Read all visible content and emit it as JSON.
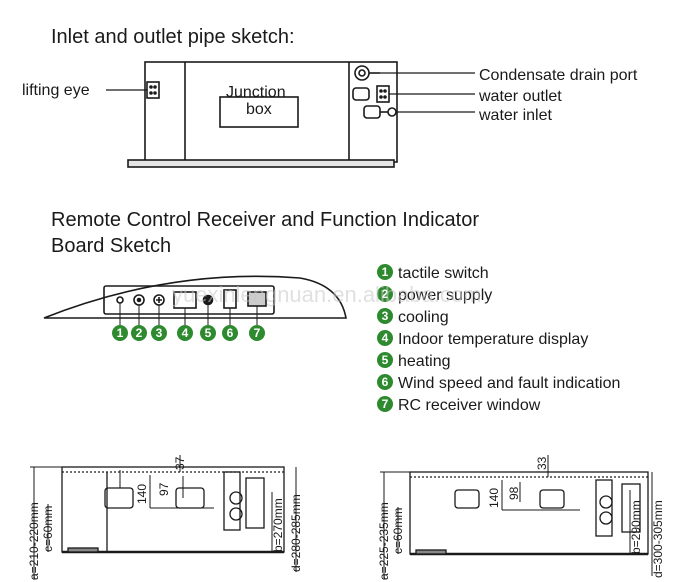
{
  "section1": {
    "title": "Inlet and outlet pipe sketch:",
    "lifting_eye": "lifting eye",
    "junction_box_line1": "Junction",
    "junction_box_line2": "box",
    "condensate_drain_port": "Condensate drain port",
    "water_outlet": "water outlet",
    "water_inlet": "water inlet"
  },
  "section2": {
    "title_line1": "Remote Control Receiver and Function Indicator",
    "title_line2": "Board Sketch",
    "items": [
      {
        "num": "1",
        "label": "tactile switch"
      },
      {
        "num": "2",
        "label": "power supply"
      },
      {
        "num": "3",
        "label": "cooling"
      },
      {
        "num": "4",
        "label": "Indoor temperature display"
      },
      {
        "num": "5",
        "label": "heating"
      },
      {
        "num": "6",
        "label": "Wind speed and fault indication"
      },
      {
        "num": "7",
        "label": "RC receiver window"
      }
    ],
    "badge_color": "#2e8a2e"
  },
  "watermark": "yuexinlengnuan.en.alibaba.com",
  "section3": {
    "left": {
      "a": "a=210-220mm",
      "c": "c=60mm",
      "d37": "37",
      "d140": "140",
      "d97": "97",
      "b": "b=270mm",
      "d": "d=280-285mm"
    },
    "right": {
      "a": "a=225-235mm",
      "c": "c=60mm",
      "d33": "33",
      "d140": "140",
      "d98": "98",
      "b": "b=290mm",
      "d": "d=300-305mm"
    }
  }
}
